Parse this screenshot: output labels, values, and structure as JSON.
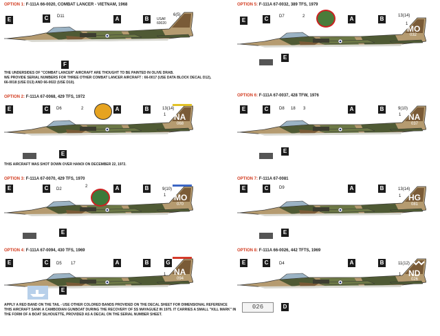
{
  "options": [
    {
      "label": "OPTION 1:",
      "title": "F-111A 66-0020, COMBAT LANCER - VIETNAM, 1968",
      "notes": [
        "THE UNDERSIDES OF \"COMBAT LANCER\" AIRCRAFT ARE THOUGHT TO BE PAINTED IN OLIVE DRAB.",
        "WE PROVIDE SERIAL NUMBERS FOR THREE OTHER COMBAT LANCER AIRCRAFT : 66-0017 (USE DATA BLOCK DECAL D12),",
        "66-0018 (USE D13) AND 66-0022 (USE D10)."
      ],
      "callouts": [
        "E",
        "C",
        "D11",
        "A",
        "B",
        "USAF",
        "60020",
        "6(5)",
        "F"
      ]
    },
    {
      "label": "OPTION 2:",
      "title": "F-111A 67-0068, 429 TFS, 1972",
      "notes": [
        "THIS AIRCRAFT WAS SHOT DOWN OVER HANOI ON DECEMBER 22, 1972."
      ],
      "callouts": [
        "E",
        "C",
        "D6",
        "2",
        "A",
        "B",
        "13(14)",
        "1",
        "NA",
        "068",
        "E"
      ]
    },
    {
      "label": "OPTION 3:",
      "title": "F-111A 67-0070, 429 TFS, 1970",
      "notes": [],
      "callouts": [
        "E",
        "C",
        "D2",
        "2",
        "A",
        "B",
        "9(10)",
        "1",
        "MO",
        "070",
        "E"
      ]
    },
    {
      "label": "OPTION 4:",
      "title": "F-111A 67-0094, 430 TFS, 1969",
      "notes": [
        "APPLY A RED BAND ON THE TAIL - USE OTHER COLORED BANDS PROVIDED ON THE DECAL SHEET FOR DIMENSIONAL REFERENCE",
        "THIS AIRCRAFT SANK A CAMBODIAN GUNBOAT DURING THE RECOVERY OF SS MAYAGUEZ IN 1975. IT CARRIES A SMALL \"KILL MARK\" IN",
        "THE FORM OF A BOAT SILHOUETTE, PROVIDED AS A DECAL ON THE SERIAL NUMBER SHEET."
      ],
      "callouts": [
        "E",
        "C",
        "D5",
        "17",
        "A",
        "B",
        "G",
        "1",
        "NA",
        "094",
        "E"
      ]
    },
    {
      "label": "OPTION 5:",
      "title": "F-111A 67-0032, 389 TFS, 1979",
      "notes": [],
      "callouts": [
        "E",
        "C",
        "D7",
        "2",
        "A",
        "B",
        "13(14)",
        "1",
        "MO",
        "032",
        "E"
      ]
    },
    {
      "label": "OPTION 6:",
      "title": "F-111A 67-0037, 428 TFW, 1976",
      "notes": [],
      "callouts": [
        "E",
        "C",
        "D8",
        "18",
        "3",
        "A",
        "B",
        "9(10)",
        "1",
        "NA",
        "037",
        "E"
      ]
    },
    {
      "label": "OPTION 7:",
      "title": "F-111A 67-0081",
      "notes": [],
      "callouts": [
        "E",
        "C",
        "D9",
        "A",
        "B",
        "13(14)",
        "1",
        "HG",
        "081",
        "E"
      ]
    },
    {
      "label": "OPTION 8:",
      "title": "F-111A 66-0026, 442 TFTS, 1969",
      "notes": [],
      "callouts": [
        "E",
        "C",
        "D4",
        "A",
        "B",
        "11(12)",
        "1",
        "ND",
        "026",
        "D"
      ],
      "serial_box": "026"
    }
  ],
  "colors": {
    "tan": "#b59b70",
    "dark_green": "#4f5a34",
    "medium_green": "#6c7846",
    "brown": "#7a5b37",
    "underside": "#d9d9d2",
    "callout_bg": "#1b1b1b",
    "label_red": "#d23a1e",
    "boat_blue": "#b8d0ea"
  }
}
